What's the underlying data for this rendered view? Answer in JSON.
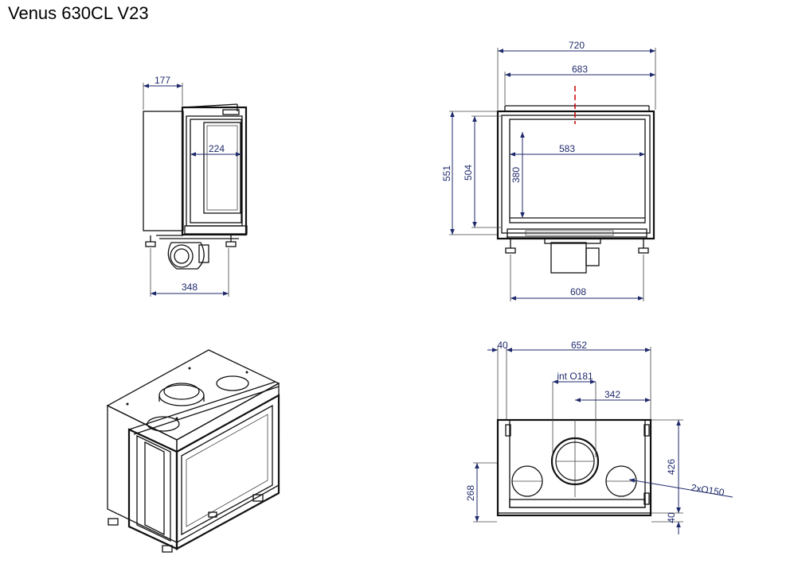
{
  "title": "Venus 630CL V23",
  "side_view": {
    "dim_top": "177",
    "dim_inner": "224",
    "dim_bottom": "348"
  },
  "front_view": {
    "dim_total_width": "720",
    "dim_inner_width": "683",
    "dim_glass_width": "583",
    "dim_total_height": "551",
    "dim_inner_height": "504",
    "dim_glass_height": "380",
    "dim_base_width": "608"
  },
  "top_view": {
    "dim_offset": "40",
    "dim_width": "652",
    "dim_flue_label": "int O181",
    "dim_flue_center": "342",
    "dim_depth": "426",
    "dim_side_offset": "268",
    "dim_bottom_offset": "40",
    "dim_side_outlets": "2xO150"
  },
  "colors": {
    "dimension": "#1f2a6b",
    "line": "#111111",
    "accent": "#cc0000"
  }
}
